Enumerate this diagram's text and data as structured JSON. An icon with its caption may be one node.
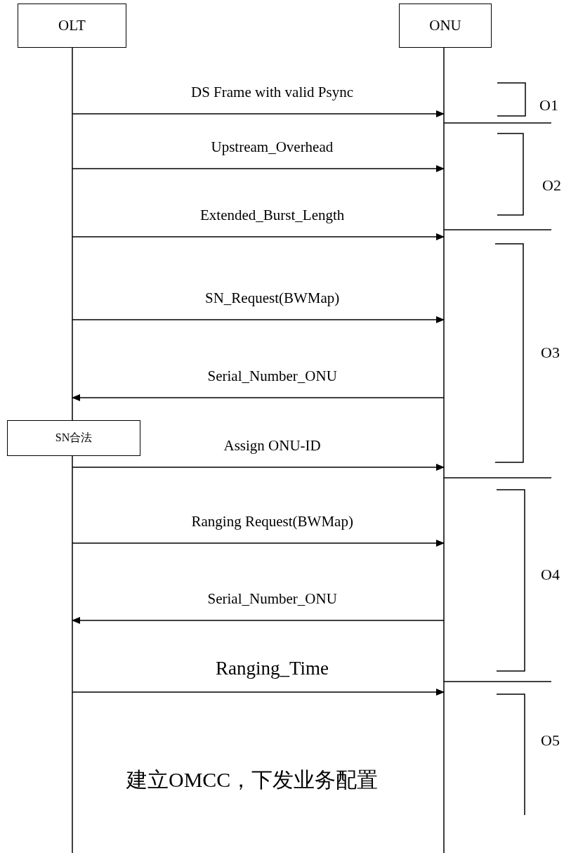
{
  "diagram": {
    "nodes": [
      {
        "text": [
          "OLT"
        ]
      },
      {
        "text": [
          "ONU"
        ]
      },
      {
        "text": [
          "SN合法"
        ]
      }
    ],
    "edges": [
      {
        "from": 0,
        "to": 1,
        "arrow": "to",
        "label": "DS Frame with valid Psync"
      },
      {
        "from": 0,
        "to": 1,
        "arrow": "to",
        "label": "Upstream_Overhead"
      },
      {
        "from": 0,
        "to": 1,
        "arrow": "to",
        "label": "Extended_Burst_Length"
      },
      {
        "from": 0,
        "to": 1,
        "arrow": "to",
        "label": "SN_Request(BWMap)"
      },
      {
        "from": 1,
        "to": 0,
        "arrow": "to",
        "label": "Serial_Number_ONU"
      },
      {
        "from": 0,
        "to": 1,
        "arrow": "to",
        "label": "Assign ONU-ID"
      },
      {
        "from": 0,
        "to": 1,
        "arrow": "to",
        "label": "Ranging Request(BWMap)"
      },
      {
        "from": 1,
        "to": 0,
        "arrow": "to",
        "label": "Serial_Number_ONU"
      },
      {
        "from": 0,
        "to": 1,
        "arrow": "to",
        "label": "Ranging_Time"
      }
    ],
    "labels": [
      "O1",
      "O2",
      "O3",
      "O4",
      "O5",
      "建立OMCC，下发业务配置"
    ]
  }
}
